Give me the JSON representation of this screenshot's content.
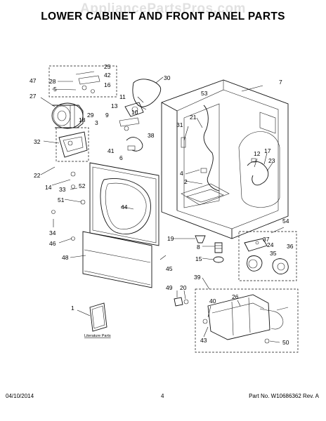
{
  "watermark": "AppliancePartsPros.com",
  "title": "LOWER CABINET AND FRONT PANEL PARTS",
  "footer": {
    "date": "04/10/2014",
    "page": "4",
    "part_no": "Part No. W10686362 Rev. A"
  },
  "literature_label": "Literature Parts",
  "callouts": [
    "1",
    "2",
    "3",
    "4",
    "5",
    "6",
    "7",
    "8",
    "9",
    "10",
    "11",
    "12",
    "13",
    "14",
    "15",
    "16",
    "17",
    "18",
    "19",
    "20",
    "21",
    "22",
    "23",
    "24",
    "25",
    "26",
    "27",
    "28",
    "29",
    "30",
    "31",
    "32",
    "33",
    "34",
    "35",
    "36",
    "37",
    "38",
    "39",
    "40",
    "41",
    "42",
    "43",
    "44",
    "45",
    "46",
    "47",
    "48",
    "49",
    "50",
    "51",
    "52",
    "53",
    "54"
  ]
}
